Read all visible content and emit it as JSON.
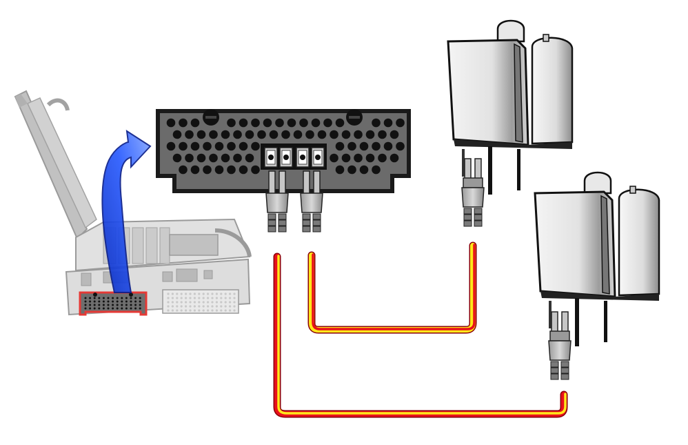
{
  "diagram": {
    "laptop": {
      "name": "rugged-laptop",
      "module_slot_highlight": "#e53935",
      "opacity": 0.45
    },
    "arrow": {
      "color": "#1e4fe0",
      "highlight": "#7fa6ff"
    },
    "sfp_module": {
      "body": "#6b6b6b",
      "frame": "#1a1a1a",
      "holes": "#111111",
      "port_fill": "#c9c9c9",
      "ports": [
        "port-1",
        "port-2",
        "port-3",
        "port-4"
      ]
    },
    "cables": {
      "colors": {
        "outer": "#e8101b",
        "inner": "#ffe81a",
        "edge": "#8a0008"
      }
    },
    "radios": [
      {
        "name": "radio-unit-top"
      },
      {
        "name": "radio-unit-bottom"
      }
    ],
    "connector_colors": {
      "body": "#c6c6c6",
      "shadow": "#7a7a7a",
      "outline": "#222222"
    }
  }
}
